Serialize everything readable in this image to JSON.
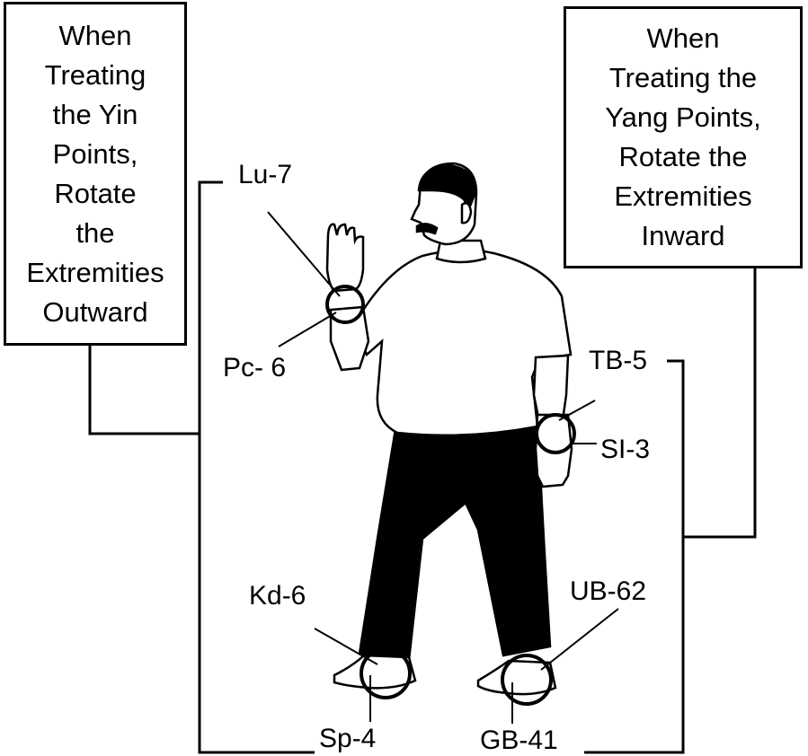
{
  "boxes": {
    "yin": "When\nTreating\nthe Yin\nPoints,\nRotate\nthe\nExtremities\nOutward",
    "yang": "When\nTreating the\nYang Points,\nRotate the\nExtremities\nInward"
  },
  "points": {
    "lu7": "Lu-7",
    "pc6": "Pc- 6",
    "tb5": "TB-5",
    "si3": "SI-3",
    "kd6": "Kd-6",
    "ub62": "UB-62",
    "sp4": "Sp-4",
    "gb41": "GB-41"
  },
  "colors": {
    "ink": "#000000",
    "paper": "#ffffff"
  }
}
